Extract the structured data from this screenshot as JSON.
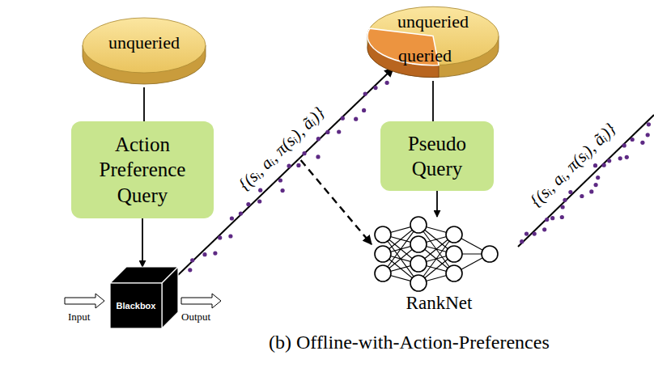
{
  "diagram": {
    "caption": "(b) Offline-with-Action-Preferences",
    "nodes": [
      {
        "text": [
          "unqueried"
        ]
      },
      {
        "text": [
          "Action Preference Query"
        ]
      },
      {
        "text": [
          "Blackbox"
        ]
      },
      {
        "text": [
          "unqueried",
          "queried"
        ]
      },
      {
        "text": [
          "Pseudo Query"
        ]
      },
      {
        "text": [
          "RankNet"
        ]
      }
    ],
    "edges": [
      {
        "from": 0,
        "to": 1,
        "arrow": "none"
      },
      {
        "from": 1,
        "to": 2,
        "arrow": "to"
      },
      {
        "from": 2,
        "to": 3,
        "arrow": "to",
        "label": "{(sᵢ, aᵢ, π(sᵢ), ãᵢ)}"
      },
      {
        "from": 3,
        "to": 4,
        "arrow": "none"
      },
      {
        "from": 4,
        "to": 5,
        "arrow": "to"
      }
    ],
    "labels": [
      "Input",
      "Output",
      "{(sᵢ, aᵢ, π(sᵢ), ãᵢ)}"
    ]
  }
}
